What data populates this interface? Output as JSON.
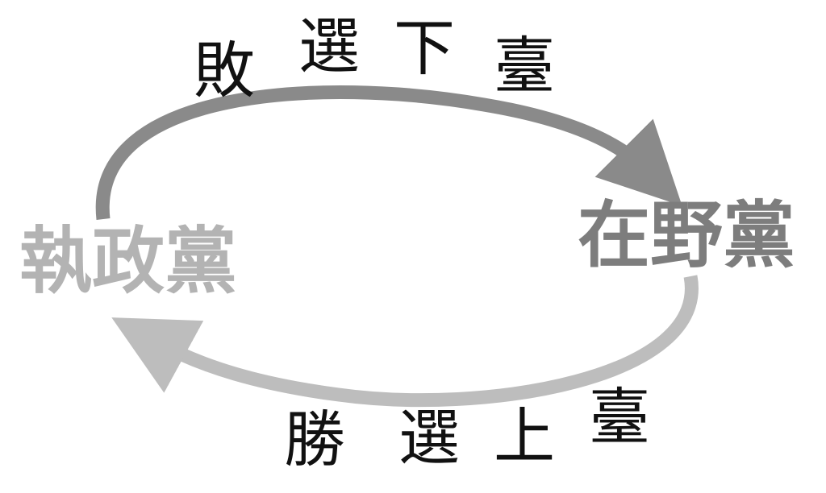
{
  "nodes": {
    "ruling_party": "執政黨",
    "opposition_party": "在野黨"
  },
  "transitions": {
    "lose": {
      "chars": [
        "敗",
        "選",
        "下",
        "臺"
      ],
      "color": "#8a8a8a"
    },
    "win": {
      "chars": [
        "勝",
        "選",
        "上",
        "臺"
      ],
      "color": "#bdbdbd"
    }
  },
  "colors": {
    "ruling_text": "#b3b3b3",
    "opposition_text": "#7d7d7d",
    "label_text": "#111111",
    "background": "#ffffff"
  }
}
